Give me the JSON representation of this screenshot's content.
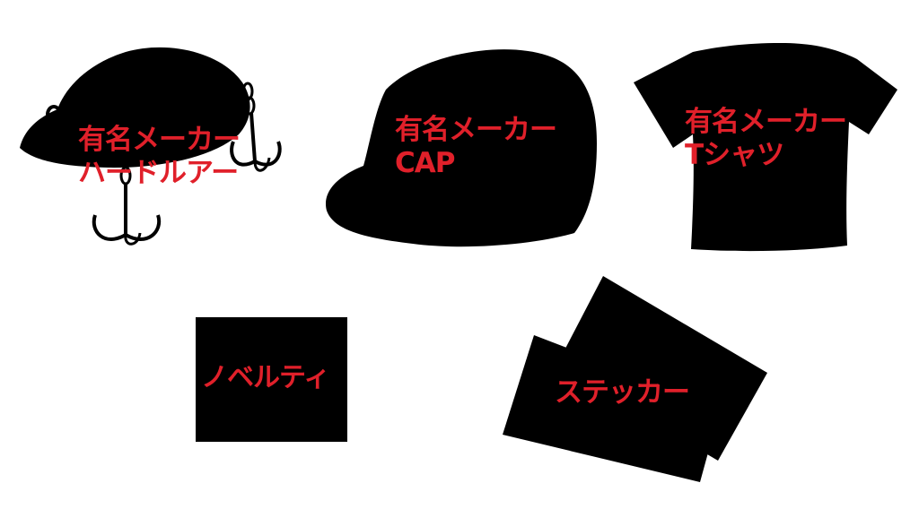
{
  "colors": {
    "silhouette": "#000000",
    "label_text": "#e0202a",
    "background": "#ffffff"
  },
  "items": {
    "lure": {
      "icon": "fishing-lure-icon",
      "line1": "有名メーカー",
      "line2": "ハードルアー"
    },
    "cap": {
      "icon": "cap-icon",
      "line1": "有名メーカー",
      "line2": "CAP"
    },
    "tshirt": {
      "icon": "tshirt-icon",
      "line1": "有名メーカー",
      "line2": "Tシャツ"
    },
    "novelty": {
      "icon": "novelty-box-icon",
      "line1": "ノベルティ"
    },
    "sticker": {
      "icon": "sticker-icon",
      "line1": "ステッカー"
    }
  }
}
